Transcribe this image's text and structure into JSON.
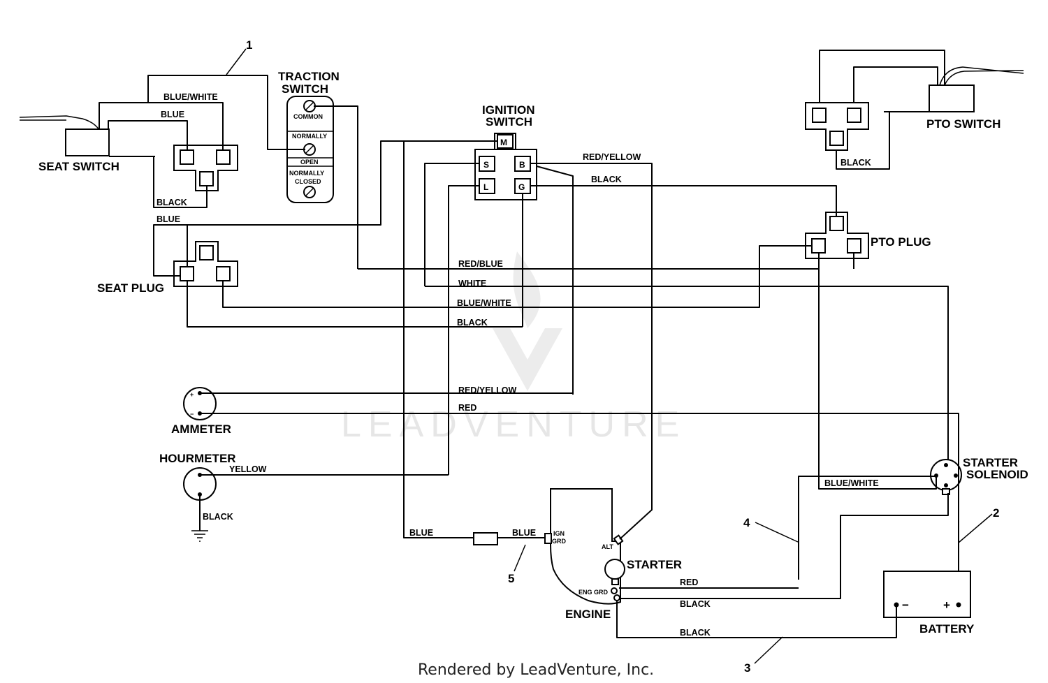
{
  "components": {
    "seat_switch": "SEAT SWITCH",
    "traction_switch_1": "TRACTION",
    "traction_switch_2": "SWITCH",
    "ignition_switch_1": "IGNITION",
    "ignition_switch_2": "SWITCH",
    "pto_switch": "PTO SWITCH",
    "seat_plug": "SEAT  PLUG",
    "pto_plug": "PTO PLUG",
    "ammeter": "AMMETER",
    "hourmeter": "HOURMETER",
    "starter_solenoid_1": "STARTER",
    "starter_solenoid_2": "SOLENOID",
    "starter": "STARTER",
    "engine": "ENGINE",
    "battery": "BATTERY"
  },
  "traction_switch_labels": {
    "common": "COMMON",
    "normally_open_1": "NORMALLY",
    "normally_open_2": "OPEN",
    "normally_closed_1": "NORMALLY",
    "normally_closed_2": "CLOSED"
  },
  "ignition_terminals": {
    "m": "M",
    "s": "S",
    "b": "B",
    "l": "L",
    "g": "G"
  },
  "engine_terminals": {
    "alt": "ALT",
    "eng_grd": "ENG GRD",
    "ign": "IGN",
    "grd": "GRD"
  },
  "battery_terminals": {
    "neg": "−",
    "pos": "+"
  },
  "ammeter_terminals": {
    "pos": "+",
    "neg": "−"
  },
  "wires": {
    "blue_white_top": "BLUE/WHITE",
    "blue_top": "BLUE",
    "black_seat_switch": "BLACK",
    "blue_seat_plug": "BLUE",
    "red_yellow_ign": "RED/YELLOW",
    "black_ign": "BLACK",
    "black_pto_switch": "BLACK",
    "red_blue": "RED/BLUE",
    "white": "WHITE",
    "blue_white_mid": "BLUE/WHITE",
    "black_mid": "BLACK",
    "red_yellow_amm": "RED/YELLOW",
    "red_amm": "RED",
    "yellow_hour": "YELLOW",
    "black_hour": "BLACK",
    "blue_white_sol": "BLUE/WHITE",
    "blue_left": "BLUE",
    "blue_right": "BLUE",
    "red_starter": "RED",
    "black_starter": "BLACK",
    "black_battery": "BLACK"
  },
  "callouts": {
    "c1": "1",
    "c2": "2",
    "c3": "3",
    "c4": "4",
    "c5": "5"
  },
  "watermark": "LEADVENTURE",
  "footer": "Rendered by LeadVenture, Inc."
}
